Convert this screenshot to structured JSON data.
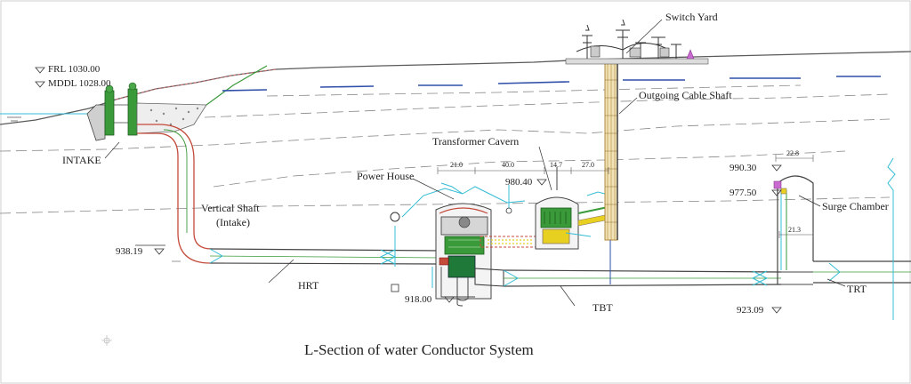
{
  "title": "L-Section of water Conductor System",
  "labels": {
    "switch_yard": "Switch Yard",
    "outgoing_cable_shaft": "Outgoing Cable Shaft",
    "transformer_cavern": "Transformer Cavern",
    "power_house": "Power House",
    "intake": "INTAKE",
    "vertical_shaft": "Vertical Shaft",
    "vertical_shaft_sub": "(Intake)",
    "hrt": "HRT",
    "tbt": "TBT",
    "trt": "TRT",
    "surge_chamber": "Surge Chamber"
  },
  "levels": {
    "frl": "FRL 1030.00",
    "mddl": "MDDL 1028.00",
    "shaft_bottom": "938.19",
    "ph_floor": "918.00",
    "transformer": "980.40",
    "surge_top": "990.30",
    "surge_mid": "977.50",
    "trt_invert": "923.09"
  },
  "dimensions": {
    "d1": "21.0",
    "d2": "40.0",
    "d3": "14.7",
    "d4": "27.0",
    "surge_width": "22.8",
    "surge_inner": "21.3"
  },
  "colors": {
    "ground": "#5a5a5a",
    "tunnel": "#444444",
    "accent_green": "#3a9a3a",
    "accent_cyan": "#33bcd4",
    "accent_red": "#c44a3a",
    "accent_blue": "#2f4fa8",
    "accent_yellow": "#e8d020",
    "shaft_brown": "#b08a3a"
  }
}
